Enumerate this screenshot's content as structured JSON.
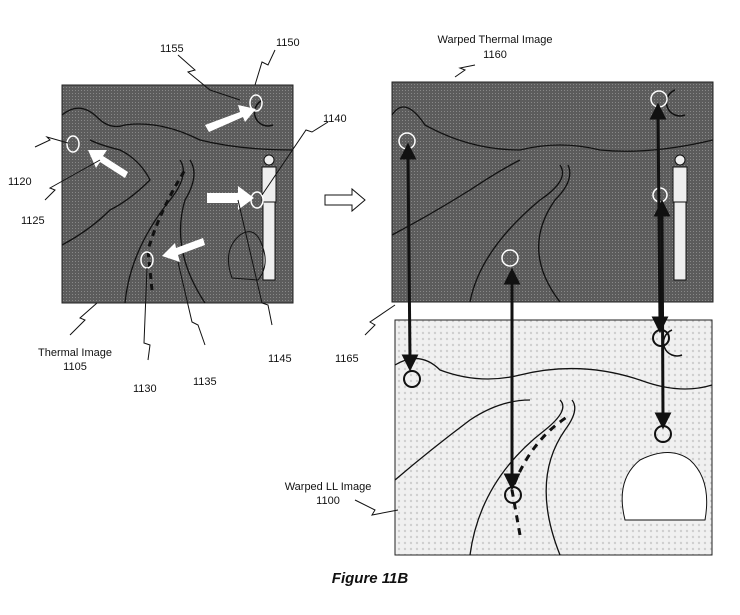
{
  "figure": {
    "caption": "Figure 11B",
    "thermal_image": {
      "label": "Thermal Image",
      "ref": "1105"
    },
    "warped_thermal_image": {
      "label": "Warped Thermal Image",
      "ref": "1160"
    },
    "warped_ll_image": {
      "label": "Warped LL Image",
      "ref": "1100"
    },
    "refs": {
      "r1120": "1120",
      "r1125": "1125",
      "r1130": "1130",
      "r1135": "1135",
      "r1140": "1140",
      "r1145": "1145",
      "r1150": "1150",
      "r1155": "1155",
      "r1165": "1165"
    },
    "colors": {
      "thermal_bg": "#5a5a5a",
      "ll_bg": "#e6e6e6"
    }
  }
}
